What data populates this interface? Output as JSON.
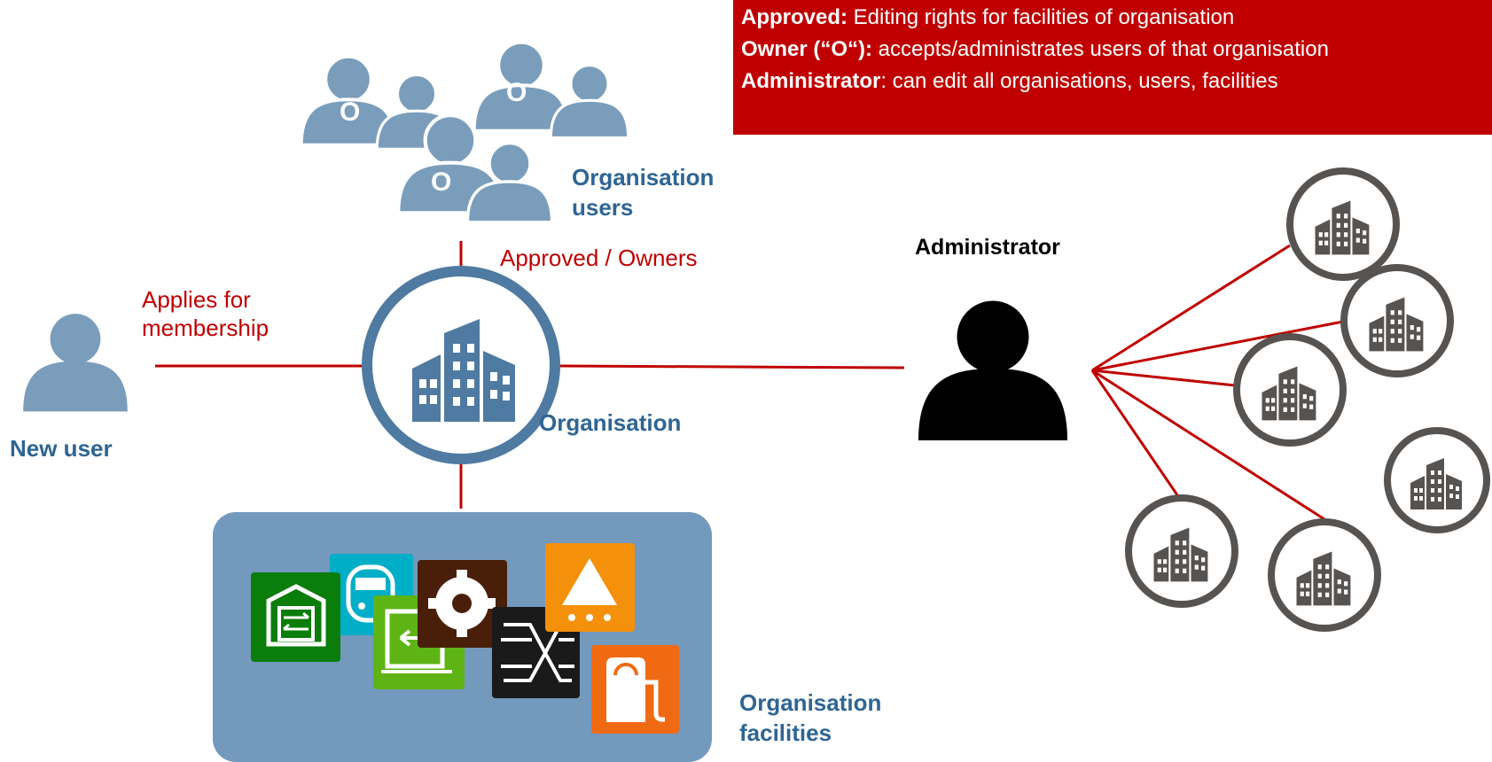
{
  "legend": {
    "approved": {
      "term": "Approved:",
      "text": " Editing rights for facilities of organisation"
    },
    "owner": {
      "term": "Owner (“O“):",
      "text": " accepts/administrates users of that organisation"
    },
    "administrator": {
      "term": "Administrator",
      "text": ": can edit all organisations, users, facilities"
    }
  },
  "labels": {
    "organisation_users": [
      "Organisation",
      "users"
    ],
    "approved_owners": "Approved / Owners",
    "applies_for_membership": [
      "Applies for",
      "membership"
    ],
    "new_user": "New user",
    "organisation": "Organisation",
    "administrator": "Administrator",
    "organisation_facilities": [
      "Organisation",
      "facilities"
    ],
    "owner_mark": "O"
  },
  "colors": {
    "user_blue": "#7a9dbb",
    "label_blue": "#2e6594",
    "accent_red": "#c00000",
    "facility_box": "#7399bd",
    "org_ring": "#4f7aa1",
    "admin_org_ring": "#575350",
    "admin_black": "#000000"
  },
  "icons": {
    "user": "person-icon",
    "organisation": "office-buildings-icon",
    "facilities": [
      "warehouse-icon",
      "train-icon",
      "loading-dock-icon",
      "gear-icon",
      "crossover-icon",
      "fertilizer-icon",
      "fuel-station-icon"
    ]
  }
}
